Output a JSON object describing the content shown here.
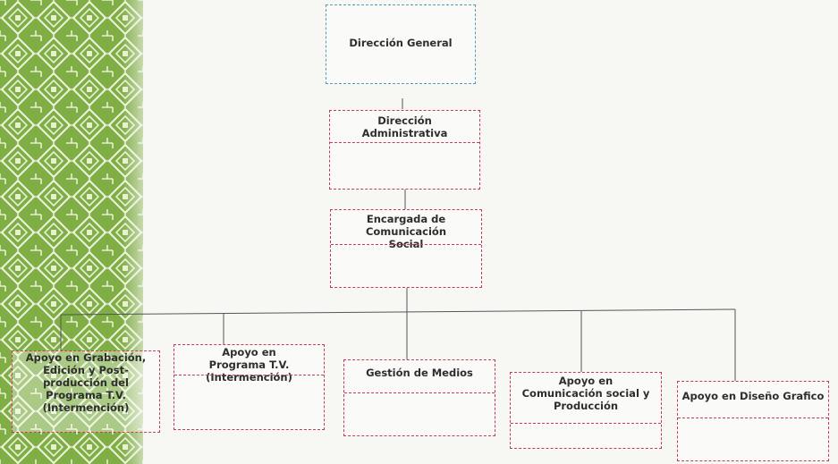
{
  "chart": {
    "root": {
      "label": "Dirección General"
    },
    "admin": {
      "label": "Dirección Administrativa"
    },
    "comms": {
      "label": "Encargada de Comunicación Social"
    },
    "staff": [
      {
        "label": "Apoyo en Grabación, Edición y Post-producción del Programa T.V. (Intermención)"
      },
      {
        "label": "Apoyo en Programa T.V. (Intermención)"
      },
      {
        "label": "Gestión de Medios"
      },
      {
        "label": "Apoyo en Comunicación social y Producción"
      },
      {
        "label": "Apoyo en Diseño Grafico"
      }
    ]
  },
  "colors": {
    "box_border": "#c43c55",
    "root_border": "#4d9fc0",
    "connector": "#555555",
    "pattern_green": "#7fae45",
    "pattern_light": "#e8efd5"
  }
}
